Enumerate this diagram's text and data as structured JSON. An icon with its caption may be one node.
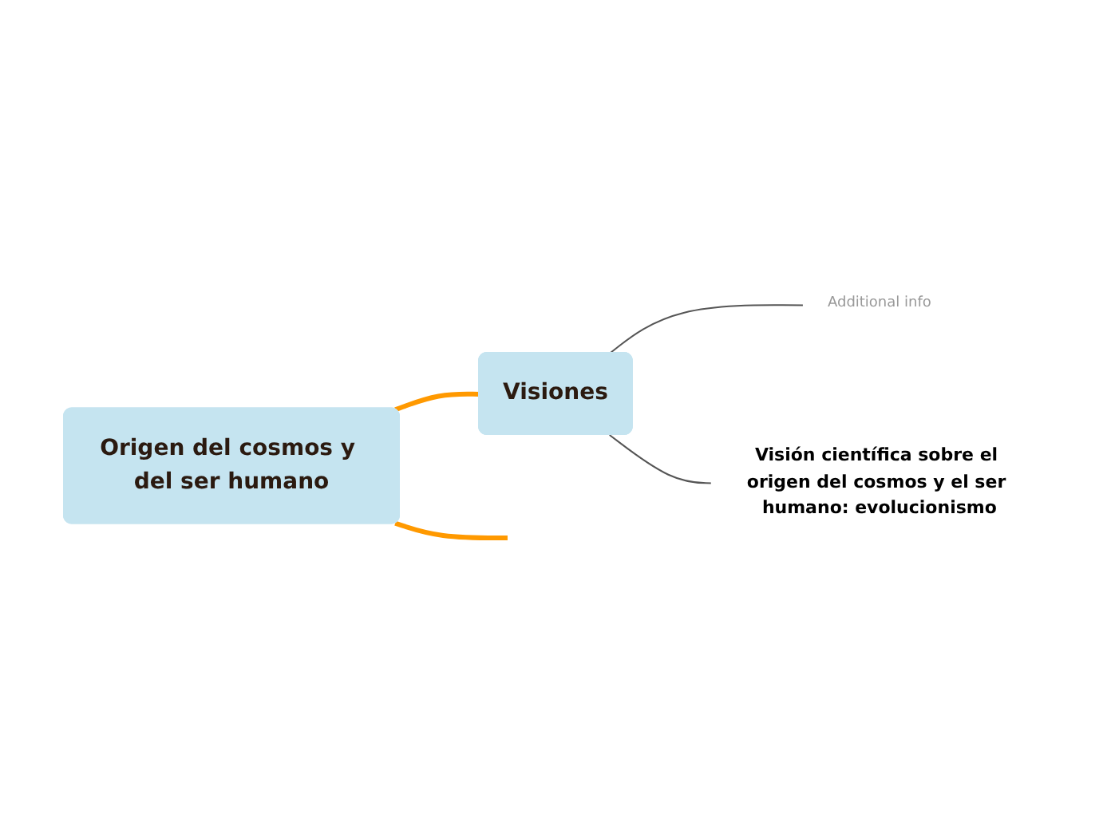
{
  "diagram": {
    "nodes": [
      {
        "text": [
          "Origen del cosmos y del ser humano"
        ]
      },
      {
        "text": [
          "Visiones"
        ]
      },
      {
        "text": [
          "Additional info"
        ]
      },
      {
        "text": [
          "Visión científica sobre el origen del cosmos y el ser humano: evolucionismo"
        ]
      }
    ],
    "edges": [
      {
        "from": 0,
        "to": null,
        "arrow": "none",
        "style": "thick",
        "color": "#ff9900"
      },
      {
        "from": 0,
        "to": 1,
        "arrow": "none",
        "style": "thick",
        "color": "#ff9900"
      },
      {
        "from": 1,
        "to": 2,
        "arrow": "none",
        "color": "#555555"
      },
      {
        "from": 1,
        "to": 3,
        "arrow": "none",
        "color": "#555555"
      }
    ]
  }
}
